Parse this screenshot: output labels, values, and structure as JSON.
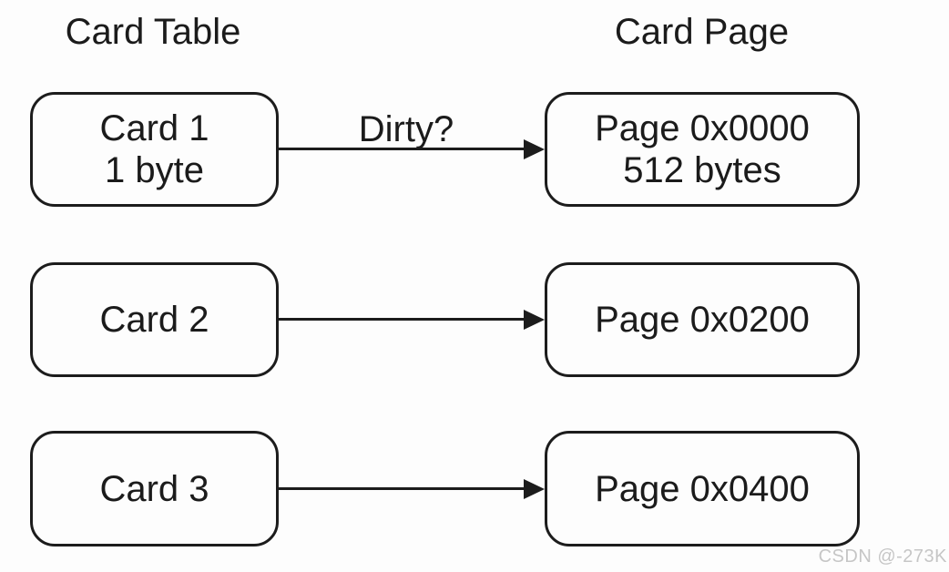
{
  "diagram": {
    "left_column_header": "Card Table",
    "right_column_header": "Card Page",
    "rows": [
      {
        "card_line1": "Card 1",
        "card_line2": "1 byte",
        "arrow_label": "Dirty?",
        "page_line1": "Page 0x0000",
        "page_line2": "512 bytes"
      },
      {
        "card_line1": "Card 2",
        "page_line1": "Page 0x0200"
      },
      {
        "card_line1": "Card 3",
        "page_line1": "Page 0x0400"
      }
    ],
    "colors": {
      "stroke": "#1c1c1c",
      "text": "#1b1b1b",
      "background": "#fdfdfd",
      "watermark": "#c6c6c6"
    }
  },
  "watermark": "CSDN @-273K"
}
